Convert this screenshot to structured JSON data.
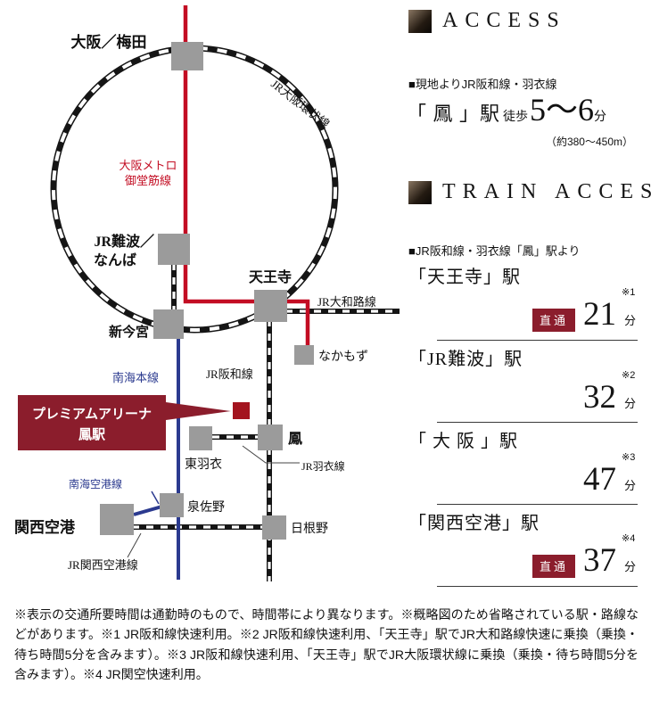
{
  "map": {
    "umeda": "大阪／梅田",
    "loop_line": "JR大阪環状線",
    "metro_line1": "大阪メトロ",
    "metro_line2": "御堂筋線",
    "namba_line1": "JR難波／",
    "namba_line2": "なんば",
    "tennoji": "天王寺",
    "yamatoji_line": "JR大和路線",
    "shin_imamiya": "新今宮",
    "nakamozu": "なかもず",
    "nankai_main_line": "南海本線",
    "hanwa_line": "JR阪和線",
    "property_line1": "プレミアムアリーナ",
    "property_line2": "鳳駅",
    "otori": "鳳",
    "higashi_hagoromo": "東羽衣",
    "hagoromo_line": "JR羽衣線",
    "nankai_airport_line": "南海空港線",
    "kansai_airport": "関西空港",
    "izumisano": "泉佐野",
    "hineno": "日根野",
    "jr_kansai_airport_line": "JR関西空港線"
  },
  "access": {
    "title": "ACCESS",
    "route_note": "■現地よりJR阪和線・羽衣線",
    "station": "「 鳳 」駅",
    "walk_label": "徒歩",
    "walk_time": "5〜6",
    "walk_unit": "分",
    "distance_note": "（約380〜450m）"
  },
  "train_access": {
    "title": "TRAIN ACCESS",
    "route_note": "■JR阪和線・羽衣線「鳳」駅より",
    "items": [
      {
        "name": "「天王寺」駅",
        "badge": "直通",
        "time": "21",
        "unit": "分",
        "note": "※1"
      },
      {
        "name": "「JR難波」駅",
        "badge": "",
        "time": "32",
        "unit": "分",
        "note": "※2"
      },
      {
        "name": "「 大 阪 」駅",
        "badge": "",
        "time": "47",
        "unit": "分",
        "note": "※3"
      },
      {
        "name": "「関西空港」駅",
        "badge": "直通",
        "time": "37",
        "unit": "分",
        "note": "※4"
      }
    ]
  },
  "disclaimer": "※表示の交通所要時間は通勤時のもので、時間帯により異なります。※概略図のため省略されている駅・路線などがあります。※1 JR阪和線快速利用。※2 JR阪和線快速利用、「天王寺」駅でJR大和路線快速に乗換（乗換・待ち時間5分を含みます）。※3 JR阪和線快速利用、「天王寺」駅でJR大阪環状線に乗換（乗換・待ち時間5分を含みます）。※4 JR関空快速利用。",
  "colors": {
    "maroon": "#8b1d2c",
    "metro_red": "#c30d23",
    "nankai_blue": "#2b3a8f",
    "station_gray": "#9b9b9b"
  }
}
